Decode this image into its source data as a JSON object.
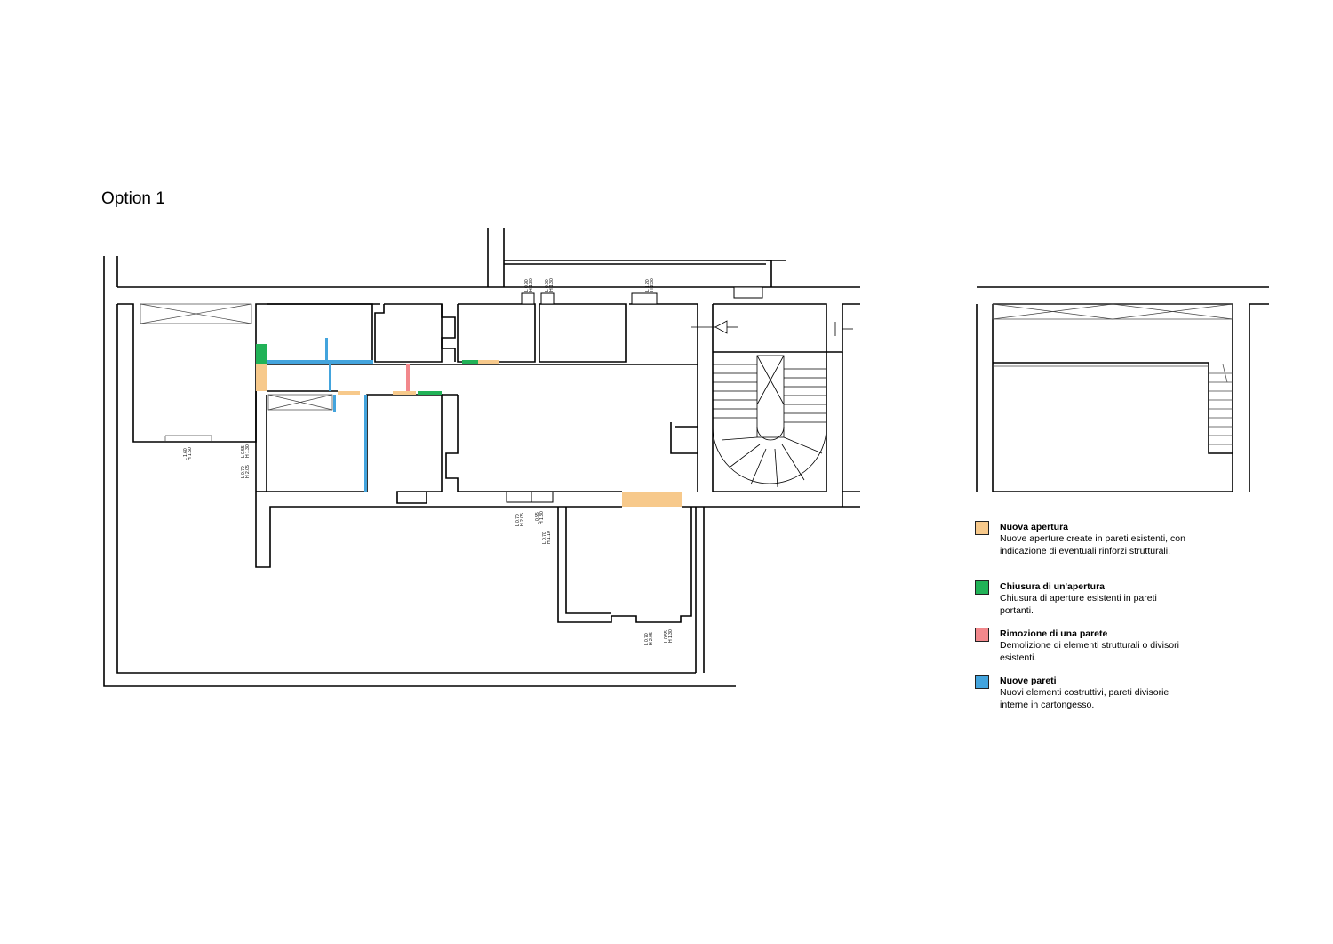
{
  "page": {
    "title": "Option 1"
  },
  "legend": [
    {
      "color": "#f7c98b",
      "title": "Nuova apertura",
      "desc": "Nuove aperture create in pareti esistenti, con indicazione di eventuali rinforzi strutturali."
    },
    {
      "color": "#21b257",
      "title": "Chiusura di un'apertura",
      "desc": "Chiusura di aperture esistenti in pareti portanti."
    },
    {
      "color": "#f2888c",
      "title": "Rimozione di una parete",
      "desc": "Demolizione di elementi strutturali o divisori esistenti."
    },
    {
      "color": "#43a4dd",
      "title": "Nuove pareti",
      "desc": "Nuovi elementi costruttivi, pareti divisorie interne in cartongesso."
    }
  ],
  "dimensions": {
    "top1_l": "L 0.90",
    "top1_h": "H 1.30",
    "top2_l": "L 0.90",
    "top2_h": "H 1.30",
    "top3_l": "L 1.20",
    "top3_h": "H 2.30",
    "win1_l": "L 1.60",
    "win1_h": "H 1.50",
    "win2_l": "L 0.55",
    "win2_h": "H 1.30",
    "door1_l": "L 0.70",
    "door1_h": "H 2.05",
    "bot1_l": "L 0.70",
    "bot1_h": "H 2.05",
    "bot2_l": "L 0.55",
    "bot2_h": "H 1.30",
    "side1_l": "L 0.70",
    "side1_h": "H 1.10",
    "low1_l": "L 0.70",
    "low1_h": "H 2.05",
    "low2_l": "L 0.55",
    "low2_h": "H 1.30"
  }
}
